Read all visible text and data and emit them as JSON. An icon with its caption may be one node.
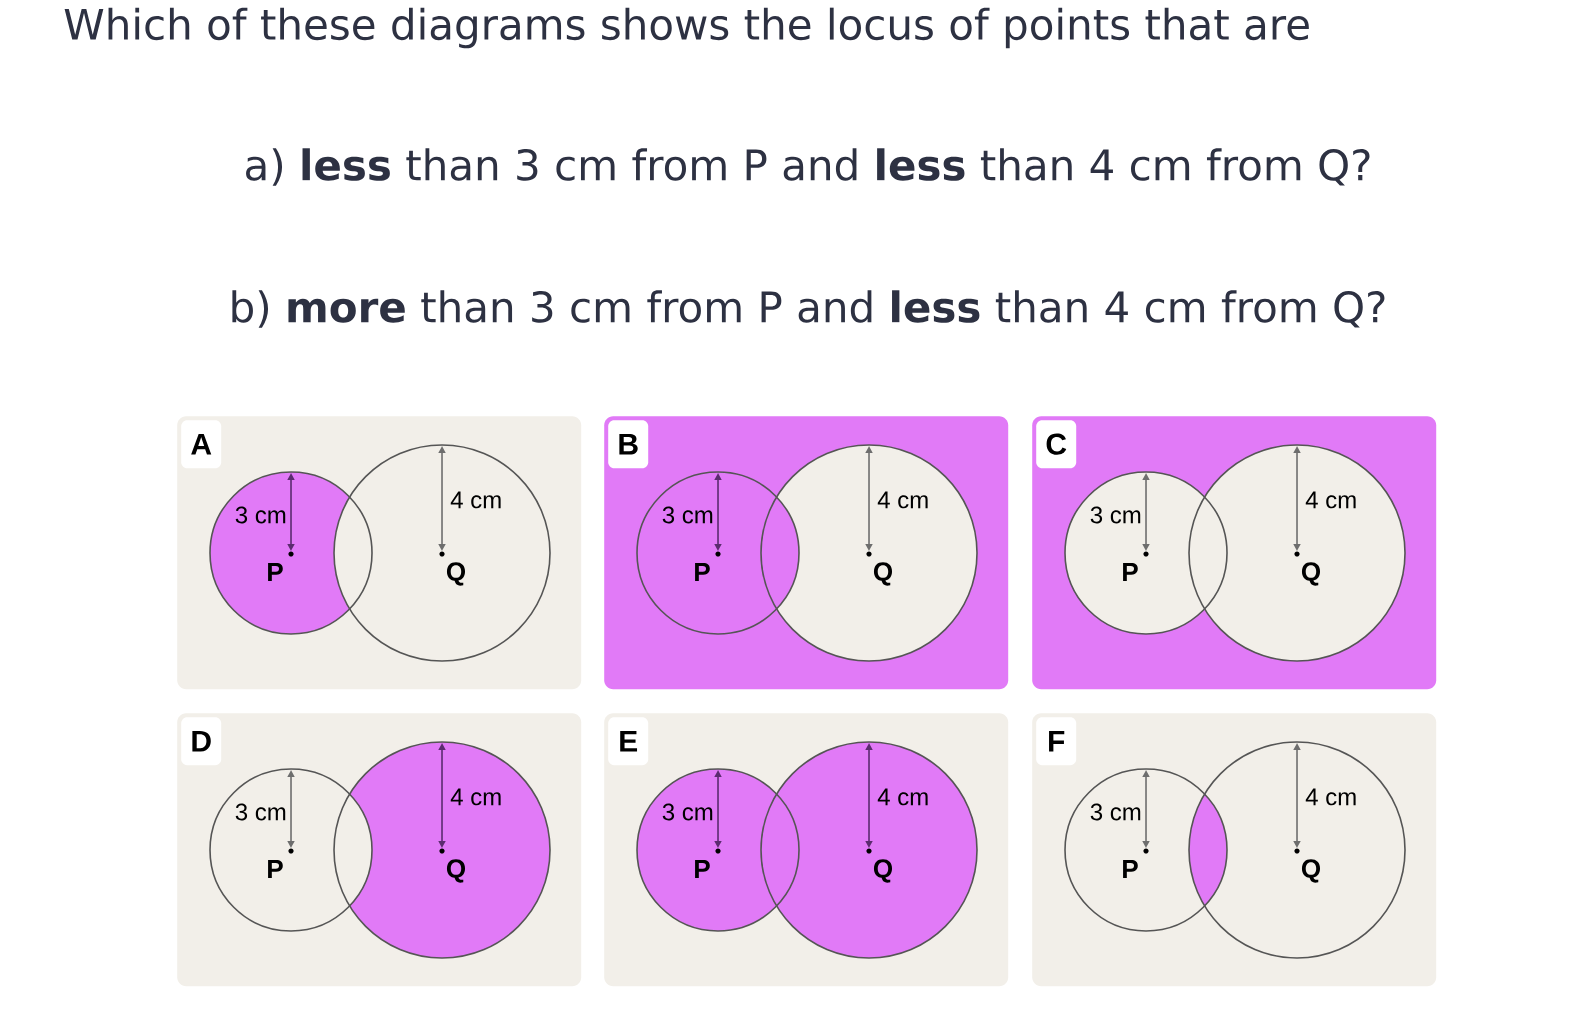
{
  "diagram": {
    "title": "Which of these diagrams shows the locus of points that are",
    "nodes": [
      {
        "text": [
          "A"
        ]
      },
      {
        "text": [
          "3 cm",
          "P"
        ],
        "in": 0
      },
      {
        "text": [
          "4 cm",
          "Q"
        ],
        "in": 0
      },
      {
        "text": [
          "B"
        ]
      },
      {
        "text": [
          "3 cm",
          "P"
        ],
        "in": 3
      },
      {
        "text": [
          "4 cm",
          "Q"
        ],
        "in": 3
      },
      {
        "text": [
          "C"
        ]
      },
      {
        "text": [
          "3 cm",
          "P"
        ],
        "in": 6
      },
      {
        "text": [
          "4 cm",
          "Q"
        ],
        "in": 6
      },
      {
        "text": [
          "D"
        ]
      },
      {
        "text": [
          "3 cm",
          "P"
        ],
        "in": 9
      },
      {
        "text": [
          "4 cm",
          "Q"
        ],
        "in": 9
      },
      {
        "text": [
          "E"
        ]
      },
      {
        "text": [
          "3 cm",
          "P"
        ],
        "in": 12
      },
      {
        "text": [
          "4 cm",
          "Q"
        ],
        "in": 12
      },
      {
        "text": [
          "F"
        ]
      },
      {
        "text": [
          "3 cm",
          "P"
        ],
        "in": 15
      },
      {
        "text": [
          "4 cm",
          "Q"
        ],
        "in": 15
      }
    ],
    "labels": [
      "a) **less** than 3 cm from P and **less** than 4 cm from Q?",
      "b) **more** than 3 cm from P and **less** than 4 cm from Q?"
    ]
  }
}
